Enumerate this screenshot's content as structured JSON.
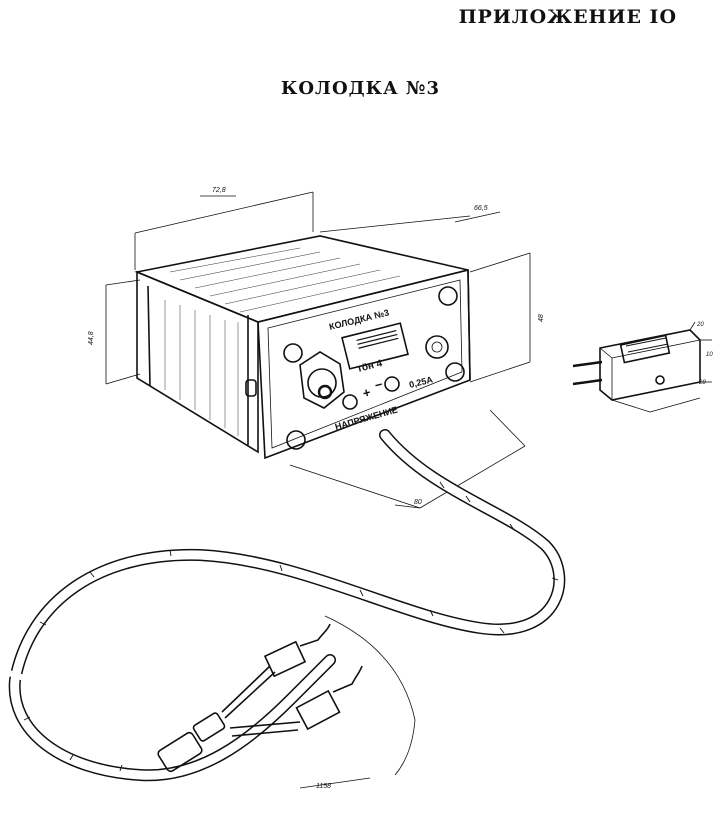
{
  "header": {
    "appendix_label": "ПРИЛОЖЕНИЕ IO",
    "title": "КОЛОДКА №3"
  },
  "panel": {
    "name_label": "КОЛОДКА №3",
    "switch_label": "тöн 4",
    "plus_label": "+",
    "minus_label": "−",
    "fuse_label": "0,25A",
    "voltage_label": "НАПРЯЖЕНИЕ"
  },
  "dimensions": {
    "width": "72,8",
    "depth": "66,5",
    "height_left": "44,8",
    "height_right": "48",
    "cable_len": "80",
    "plug_top": "20",
    "plug_side": "10",
    "plug_bottom": "28",
    "lead_len": "1158"
  }
}
